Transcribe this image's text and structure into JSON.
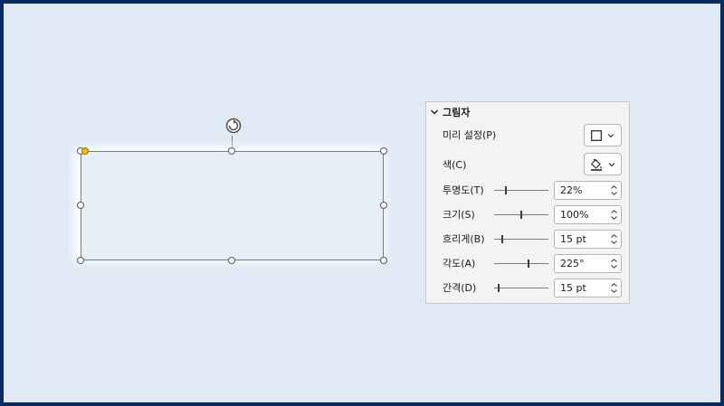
{
  "panel": {
    "title": "그림자",
    "rows": [
      {
        "label": "미리 설정(P)",
        "type": "preset-button"
      },
      {
        "label": "색(C)",
        "type": "color-button"
      },
      {
        "label": "투명도(T)",
        "value": "22%",
        "slider_fraction": 0.22
      },
      {
        "label": "크기(S)",
        "value": "100%",
        "slider_fraction": 0.5
      },
      {
        "label": "흐리게(B)",
        "value": "15 pt",
        "slider_fraction": 0.15
      },
      {
        "label": "각도(A)",
        "value": "225°",
        "slider_fraction": 0.625
      },
      {
        "label": "간격(D)",
        "value": "15 pt",
        "slider_fraction": 0.08
      }
    ]
  },
  "colors": {
    "frame_border": "#0b2a63",
    "canvas": "#dfeaf5",
    "adjust_handle": "#f5c400"
  }
}
